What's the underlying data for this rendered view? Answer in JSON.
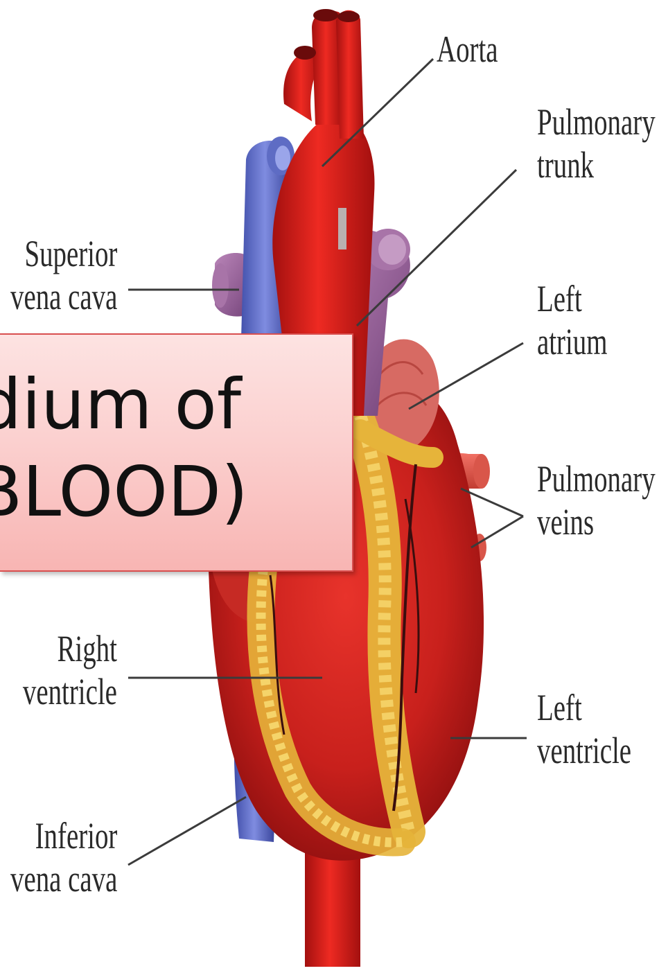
{
  "labels": {
    "aorta": [
      "Aorta"
    ],
    "pulmonary_trunk": [
      "Pulmonary",
      "trunk"
    ],
    "superior_vena_cava": [
      "Superior",
      "vena cava"
    ],
    "left_atrium": [
      "Left",
      "atrium"
    ],
    "pulmonary_veins": [
      "Pulmonary",
      "veins"
    ],
    "right_ventricle": [
      "Right",
      "ventricle"
    ],
    "left_ventricle": [
      "Left",
      "ventricle"
    ],
    "inferior_vena_cava": [
      "Inferior",
      "vena cava"
    ]
  },
  "callout": {
    "line1": "dium of",
    "line2": "BLOOD)"
  }
}
